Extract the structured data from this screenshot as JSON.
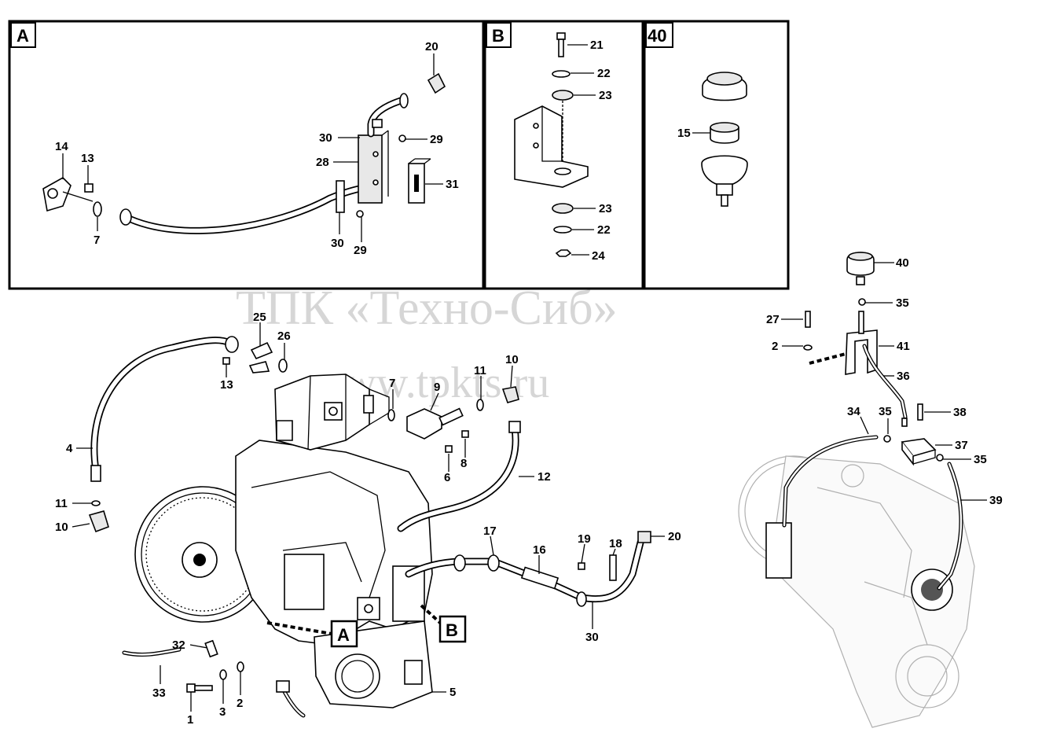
{
  "watermark": {
    "line1": "ТПК «Техно-Сиб»",
    "line2": "www.tpkts.ru"
  },
  "panels": {
    "a": {
      "tag": "A",
      "labels": [
        "20",
        "30",
        "29",
        "28",
        "31",
        "14",
        "13",
        "7",
        "30",
        "29"
      ]
    },
    "b": {
      "tag": "B",
      "labels": [
        "21",
        "22",
        "23",
        "23",
        "22",
        "24"
      ]
    },
    "c": {
      "tag": "40",
      "labels": [
        "15"
      ]
    }
  },
  "main": {
    "callout_a": "A",
    "callout_b": "B",
    "labels": [
      "25",
      "26",
      "13",
      "4",
      "11",
      "10",
      "7",
      "9",
      "11",
      "10",
      "8",
      "6",
      "12",
      "17",
      "16",
      "19",
      "18",
      "20",
      "30",
      "32",
      "33",
      "1",
      "3",
      "2",
      "5"
    ]
  },
  "right": {
    "labels": [
      "40",
      "35",
      "27",
      "2",
      "41",
      "36",
      "34",
      "35",
      "38",
      "37",
      "35",
      "39"
    ]
  }
}
